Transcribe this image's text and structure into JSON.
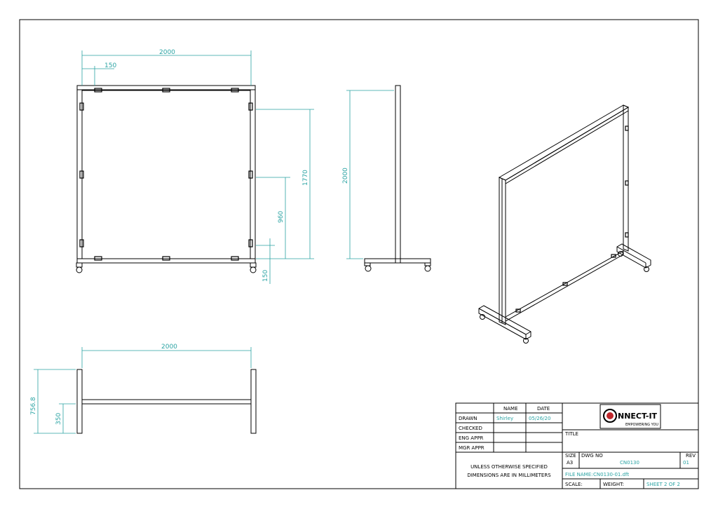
{
  "dimensions": {
    "front_width": "2000",
    "front_offset": "150",
    "front_height_outer": "1770",
    "front_height_mid": "960",
    "front_height_low": "150",
    "side_height": "2000",
    "top_width": "2000",
    "top_depth": "756.8",
    "top_bar": "350"
  },
  "title_block": {
    "col_name": "NAME",
    "col_date": "DATE",
    "rows": [
      {
        "label": "DRAWN",
        "name": "Shirley",
        "date": "05/26/20"
      },
      {
        "label": "CHECKED",
        "name": "",
        "date": ""
      },
      {
        "label": "ENG APPR",
        "name": "",
        "date": ""
      },
      {
        "label": "MGR APPR",
        "name": "",
        "date": ""
      }
    ],
    "note_line1": "UNLESS OTHERWISE SPECIFIED",
    "note_line2": "DIMENSIONS ARE IN MILLIMETERS",
    "logo_text": "NNECT-IT",
    "logo_tagline": "EMPOWERING YOU",
    "title_label": "TITLE",
    "size_label": "SIZE",
    "size_value": "A3",
    "dwg_no_label": "DWG NO",
    "dwg_no_value": "CN0130",
    "rev_label": "REV",
    "rev_value": "01",
    "file_name_label": "FILE NAME:",
    "file_name_value": "CN0130-01.dft",
    "scale_label": "SCALE:",
    "weight_label": "WEIGHT:",
    "sheet_label": "SHEET 2 OF 2"
  },
  "colors": {
    "dimension": "#2aa3a3",
    "line": "#000000",
    "logo_red": "#c0282d"
  }
}
